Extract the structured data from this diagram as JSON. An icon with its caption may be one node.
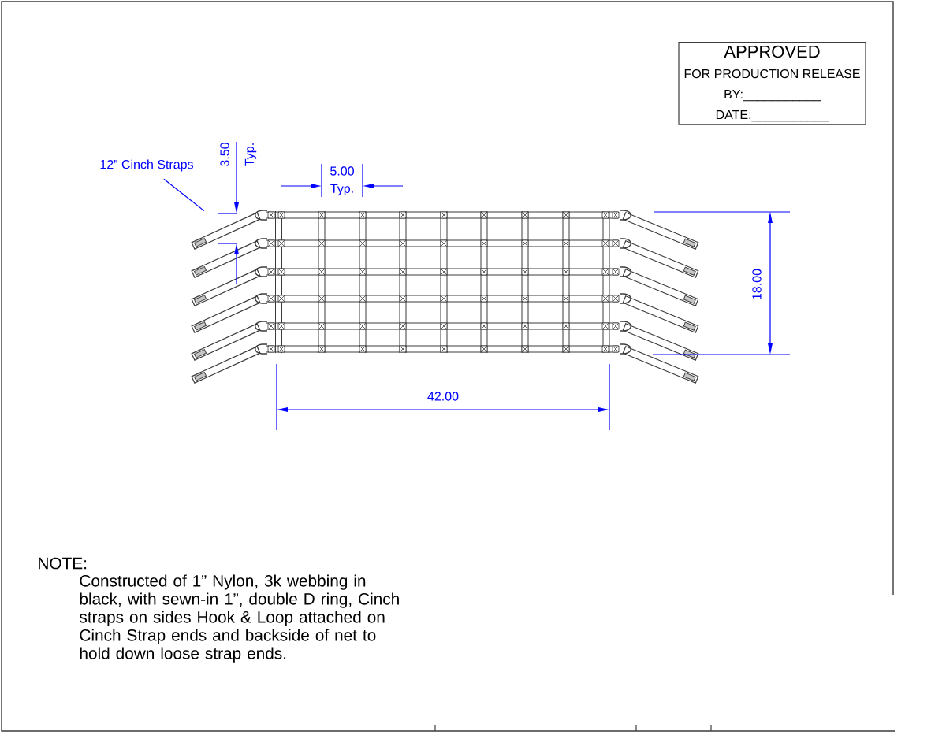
{
  "diagram": {
    "nodes": [
      {
        "text": [
          "APPROVED",
          "FOR PRODUCTION RELEASE",
          "BY:___________",
          "DATE:___________"
        ]
      },
      {
        "text": [
          "12” Cinch Straps"
        ]
      },
      {
        "text": [],
        "shape": "picture"
      }
    ],
    "edges": [
      {
        "from": 1,
        "to": 2,
        "arrow": "none"
      }
    ],
    "labels": [
      "3.50",
      "Typ.",
      "5.00",
      "Typ.",
      "18.00",
      "42.00",
      "NOTE:",
      "Constructed of 1” Nylon, 3k webbing in black, with sewn-in 1”, double D ring, Cinch straps on sides  Hook & Loop attached on Cinch  Strap ends and backside of net to hold down loose strap ends."
    ]
  }
}
